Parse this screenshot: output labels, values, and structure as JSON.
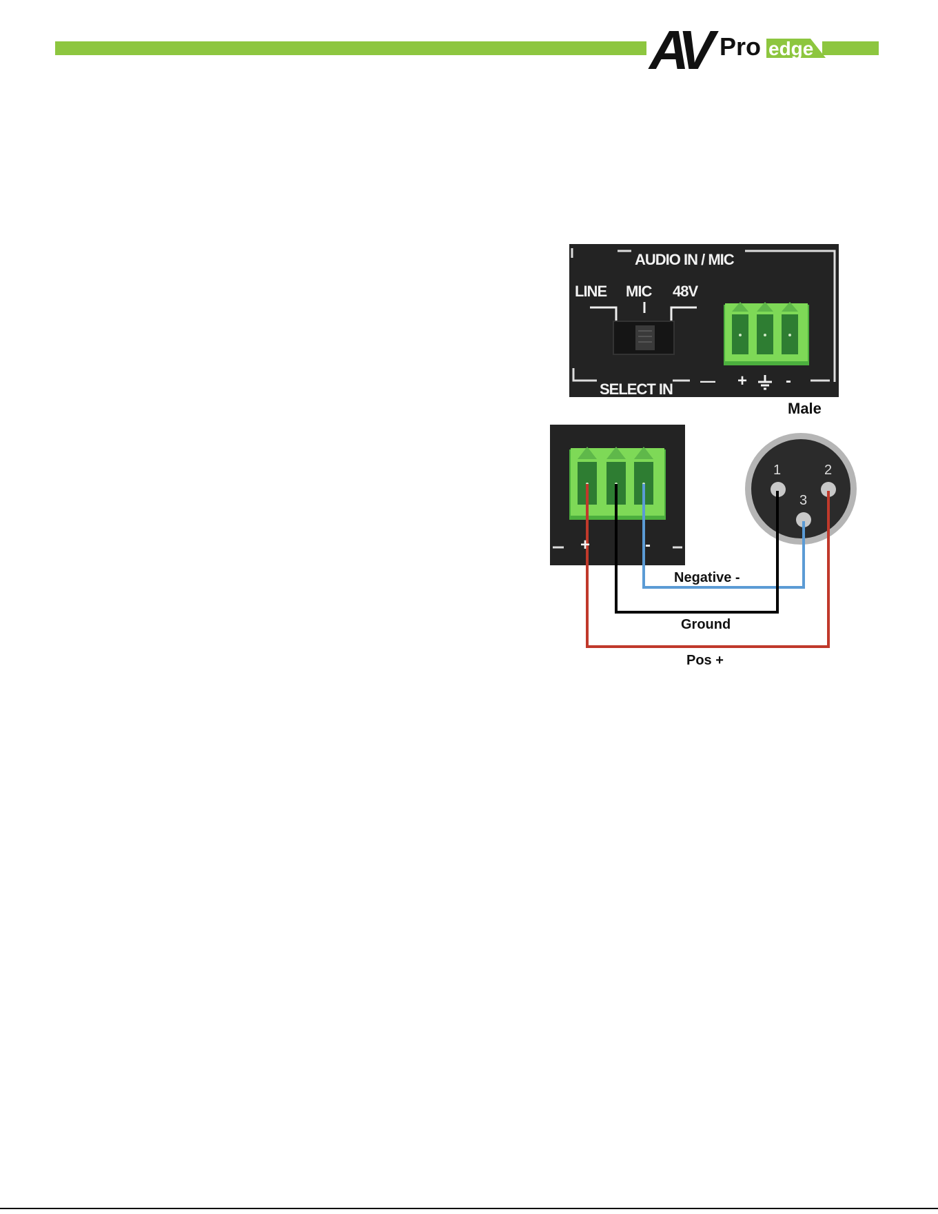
{
  "brand": {
    "logo_text_av": "AV",
    "logo_text_pro": "Pro",
    "logo_text_edge": "edge",
    "accent_color": "#8dc63f"
  },
  "panel": {
    "title": "AUDIO IN / MIC",
    "switch_label_line": "LINE",
    "switch_label_mic": "MIC",
    "switch_label_48v": "48V",
    "select_label": "SELECT IN",
    "polarity_minus_left": "—",
    "polarity_plus": "+",
    "polarity_minus": "-"
  },
  "wiring": {
    "connector_label": "Male",
    "pin1": "1",
    "pin2": "2",
    "pin3": "3",
    "wire_negative": "Negative -",
    "wire_ground": "Ground",
    "wire_positive": "Pos +",
    "colors": {
      "negative": "#5b9bd5",
      "ground": "#000000",
      "positive": "#c0392b",
      "terminal": "#7ed957"
    }
  }
}
